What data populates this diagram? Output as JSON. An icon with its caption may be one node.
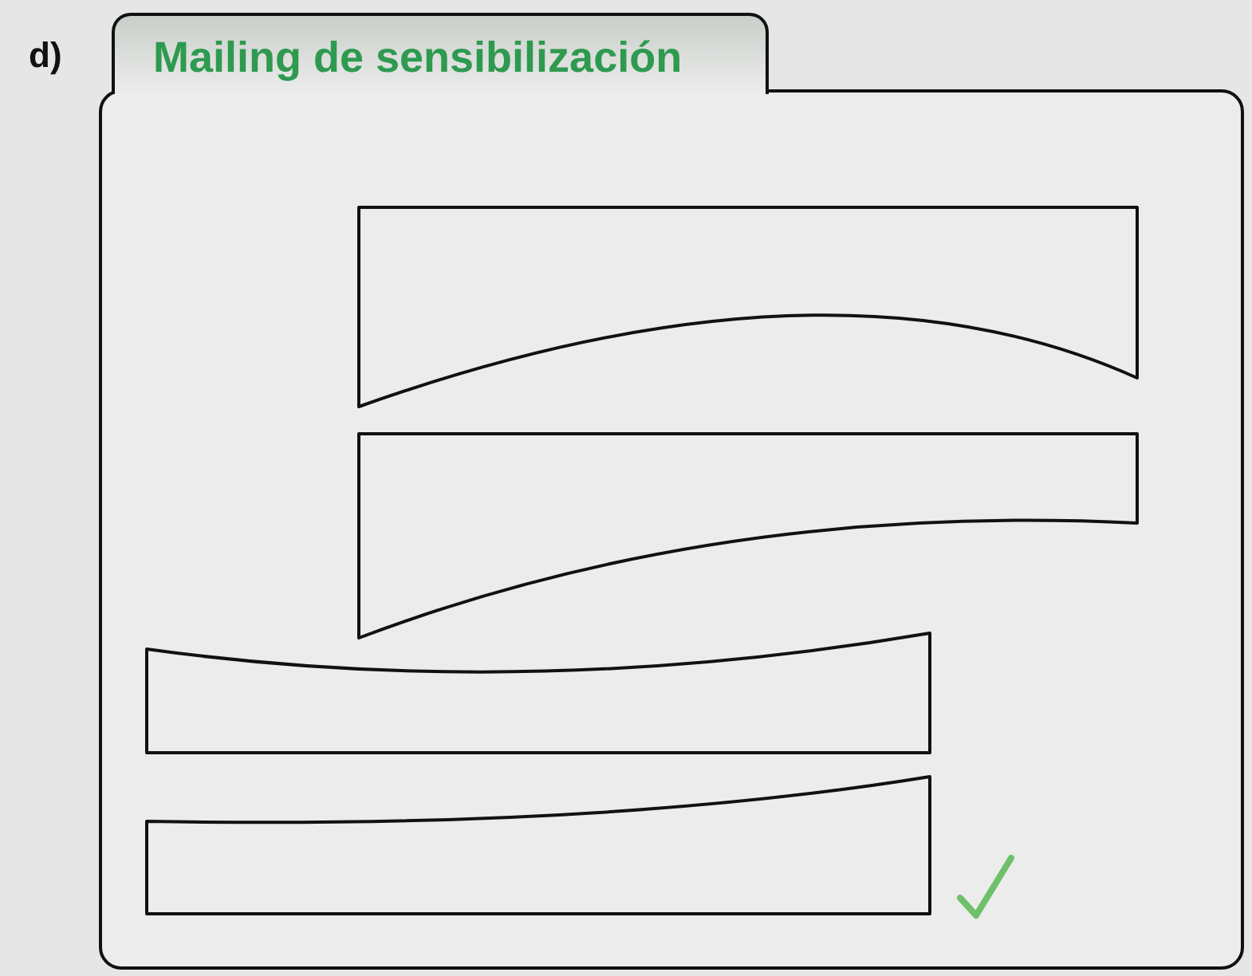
{
  "diagram": {
    "title": "Mailing de sensibilización",
    "nodes": [
      {
        "text": [],
        "shape": "box"
      },
      {
        "text": [],
        "shape": "box"
      },
      {
        "text": [],
        "shape": "box"
      },
      {
        "text": [],
        "shape": "box"
      }
    ],
    "labels": [
      "d)"
    ]
  }
}
